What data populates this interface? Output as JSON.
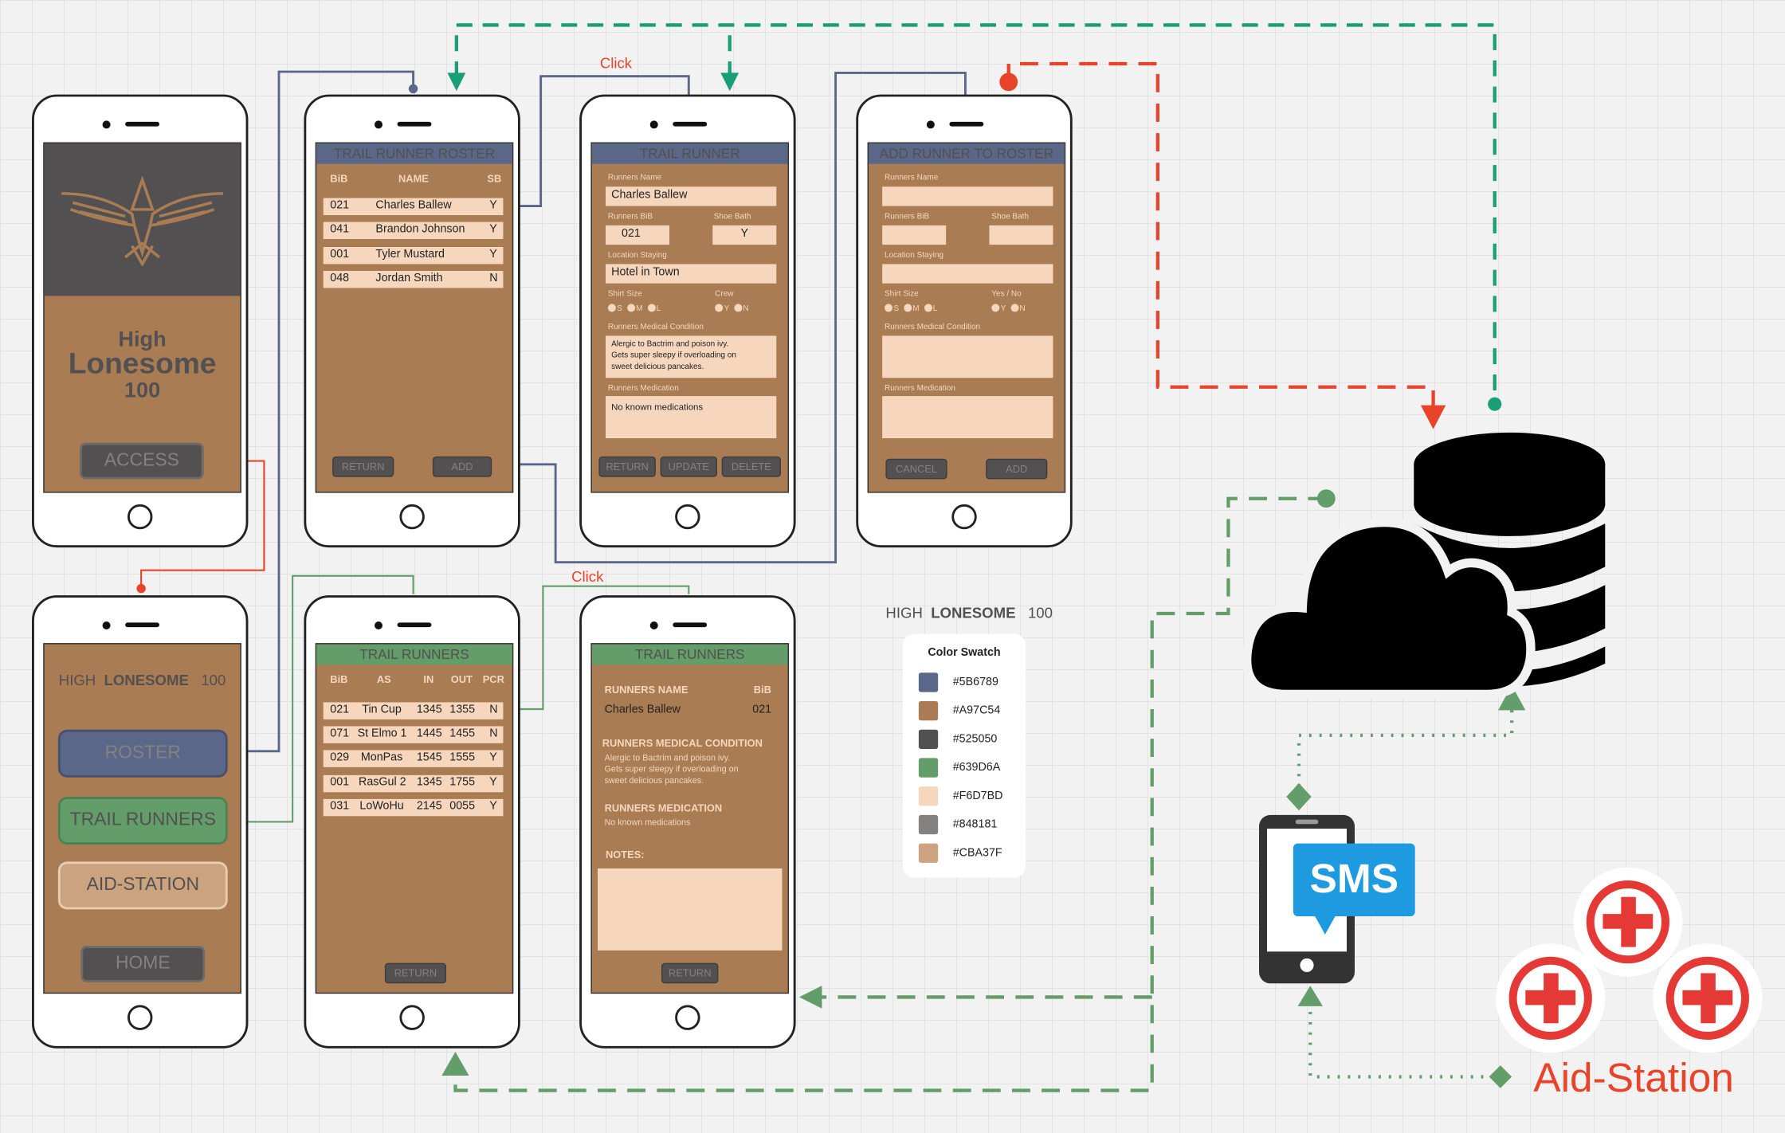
{
  "annotations": {
    "click_top": "Click",
    "click_bottom": "Click"
  },
  "brand": {
    "high": "HIGH",
    "lonesome": "LONESOME",
    "num": "100"
  },
  "phone_home": {
    "line1": "High",
    "line2": "Lonesome",
    "line3": "100",
    "access_label": "ACCESS"
  },
  "phone_menu": {
    "high": "HIGH",
    "lonesome": "LONESOME",
    "num": "100",
    "roster_label": "ROSTER",
    "trail_runners_label": "TRAIL RUNNERS",
    "aid_station_label": "AID-STATION",
    "home_label": "HOME"
  },
  "roster": {
    "title": "TRAIL RUNNER ROSTER",
    "columns": [
      "BiB",
      "NAME",
      "SB"
    ],
    "rows": [
      {
        "bib": "021",
        "name": "Charles Ballew",
        "sb": "Y"
      },
      {
        "bib": "041",
        "name": "Brandon Johnson",
        "sb": "Y"
      },
      {
        "bib": "001",
        "name": "Tyler Mustard",
        "sb": "Y"
      },
      {
        "bib": "048",
        "name": "Jordan Smith",
        "sb": "N"
      }
    ],
    "return_label": "RETURN",
    "add_label": "ADD"
  },
  "runner_detail": {
    "title": "TRAIL RUNNER",
    "name_label": "Runners Name",
    "name_value": "Charles Ballew",
    "bib_label": "Runners BiB",
    "bib_value": "021",
    "shoe_label": "Shoe Bath",
    "shoe_value": "Y",
    "location_label": "Location Staying",
    "location_value": "Hotel in Town",
    "shirt_label": "Shirt Size",
    "shirt_options": [
      "S",
      "M",
      "L"
    ],
    "crew_label": "Crew",
    "crew_options": [
      "Y",
      "N"
    ],
    "medical_label": "Runners Medical Condition",
    "medical_value_1": "Alergic to Bactrim and poison ivy.",
    "medical_value_2": "Gets super sleepy if overloading on",
    "medical_value_3": "sweet delicious pancakes.",
    "medication_label": "Runners Medication",
    "medication_value": "No known medications",
    "return_label": "RETURN",
    "update_label": "UPDATE",
    "delete_label": "DELETE"
  },
  "add_runner": {
    "title": "ADD RUNNER TO ROSTER",
    "name_label": "Runners Name",
    "bib_label": "Runners BiB",
    "shoe_label": "Shoe Bath",
    "location_label": "Location Staying",
    "shirt_label": "Shirt Size",
    "shirt_options": [
      "S",
      "M",
      "L"
    ],
    "yesno_label": "Yes / No",
    "yesno_options": [
      "Y",
      "N"
    ],
    "medical_label": "Runners Medical Condition",
    "medication_label": "Runners Medication",
    "cancel_label": "CANCEL",
    "add_label": "ADD"
  },
  "trail_runners": {
    "title": "TRAIL RUNNERS",
    "columns": [
      "BiB",
      "AS",
      "IN",
      "OUT",
      "PCR"
    ],
    "rows": [
      {
        "bib": "021",
        "as": "Tin Cup",
        "in": "1345",
        "out": "1355",
        "pcr": "N"
      },
      {
        "bib": "071",
        "as": "St Elmo 1",
        "in": "1445",
        "out": "1455",
        "pcr": "N"
      },
      {
        "bib": "029",
        "as": "MonPas",
        "in": "1545",
        "out": "1555",
        "pcr": "Y"
      },
      {
        "bib": "001",
        "as": "RasGul 2",
        "in": "1345",
        "out": "1755",
        "pcr": "Y"
      },
      {
        "bib": "031",
        "as": "LoWoHu",
        "in": "2145",
        "out": "0055",
        "pcr": "Y"
      }
    ],
    "return_label": "RETURN"
  },
  "runner_view": {
    "title": "TRAIL RUNNERS",
    "name_header": "RUNNERS NAME",
    "bib_header": "BiB",
    "name_value": "Charles Ballew",
    "bib_value": "021",
    "medical_header": "RUNNERS MEDICAL CONDITION",
    "medical_value_1": "Alergic to Bactrim and poison ivy.",
    "medical_value_2": "Gets super sleepy if overloading on",
    "medical_value_3": "sweet delicious pancakes.",
    "medication_header": "RUNNERS MEDICATION",
    "medication_value": "No known medications",
    "notes_label": "NOTES:",
    "return_label": "RETURN"
  },
  "swatch": {
    "title": "Color Swatch",
    "colors": [
      {
        "hex": "#5B6789",
        "label": "#5B6789"
      },
      {
        "hex": "#A97C54",
        "label": "#A97C54"
      },
      {
        "hex": "#525050",
        "label": "#525050"
      },
      {
        "hex": "#639D6A",
        "label": "#639D6A"
      },
      {
        "hex": "#F6D7BD",
        "label": "#F6D7BD"
      },
      {
        "hex": "#848181",
        "label": "#848181"
      },
      {
        "hex": "#CBA37F",
        "label": "#CBA37F"
      }
    ]
  },
  "sms": {
    "label": "SMS"
  },
  "aid_station": {
    "label": "Aid-Station"
  },
  "icons": [
    "eagle-logo-icon",
    "cloud-icon",
    "database-icon",
    "smartphone-icon",
    "sms-bubble-icon",
    "medical-cross-icon"
  ],
  "colors": {
    "blue": "#5B6789",
    "brown": "#A97C54",
    "dark": "#525050",
    "green": "#639D6A",
    "peach": "#F6D7BD",
    "gray": "#848181",
    "tan": "#CBA37F",
    "teal_line": "#1a9e78",
    "red_line": "#e8442a",
    "aid_red": "#e53935",
    "sms_blue": "#1e9be0"
  }
}
